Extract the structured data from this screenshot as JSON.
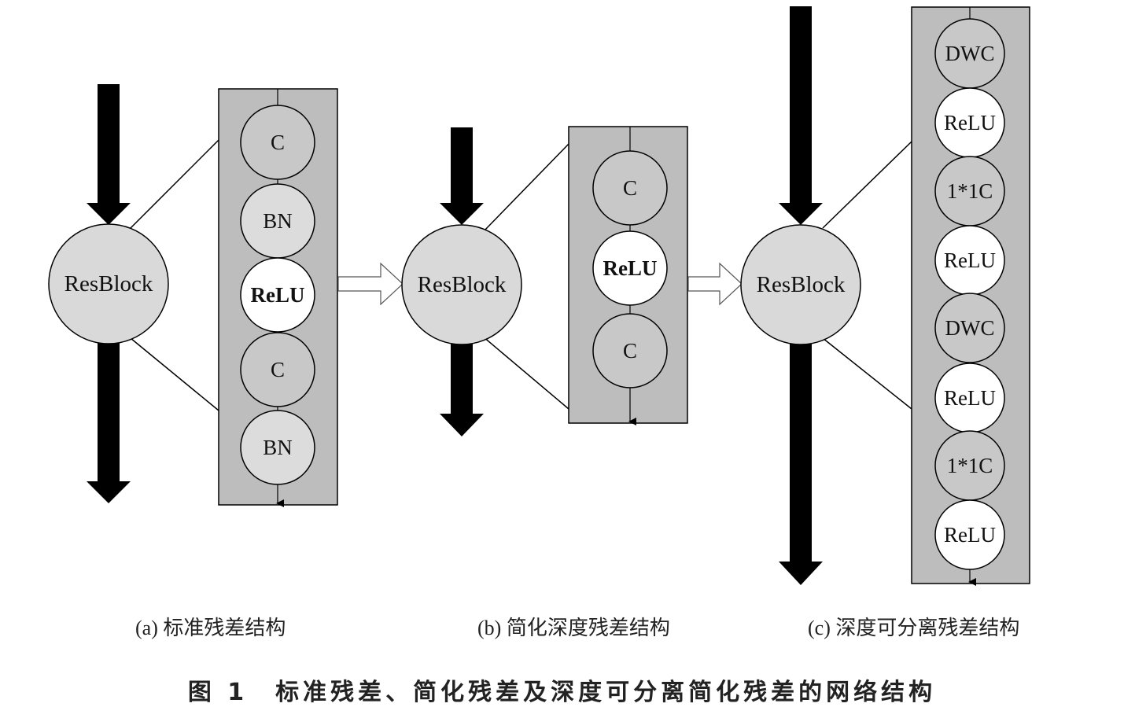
{
  "panels": [
    {
      "block_label": "ResBlock",
      "layers": [
        "C",
        "BN",
        "ReLU",
        "C",
        "BN"
      ],
      "caption": "(a) 标准残差结构"
    },
    {
      "block_label": "ResBlock",
      "layers": [
        "C",
        "ReLU",
        "C"
      ],
      "caption": "(b) 简化深度残差结构"
    },
    {
      "block_label": "ResBlock",
      "layers": [
        "DWC",
        "ReLU",
        "1*1C",
        "ReLU",
        "DWC",
        "ReLU",
        "1*1C",
        "ReLU"
      ],
      "caption": "(c) 深度可分离残差结构"
    }
  ],
  "figure_caption": "图 1　标准残差、简化残差及深度可分离简化残差的网络结构",
  "colors": {
    "panel_fill": "#bdbdbd",
    "resblock_fill": "#d9d9d9",
    "conv_fill": "#c8c8c8",
    "bn_fill": "#dcdcdc",
    "relu_fill": "#ffffff",
    "arrow": "#000000"
  }
}
